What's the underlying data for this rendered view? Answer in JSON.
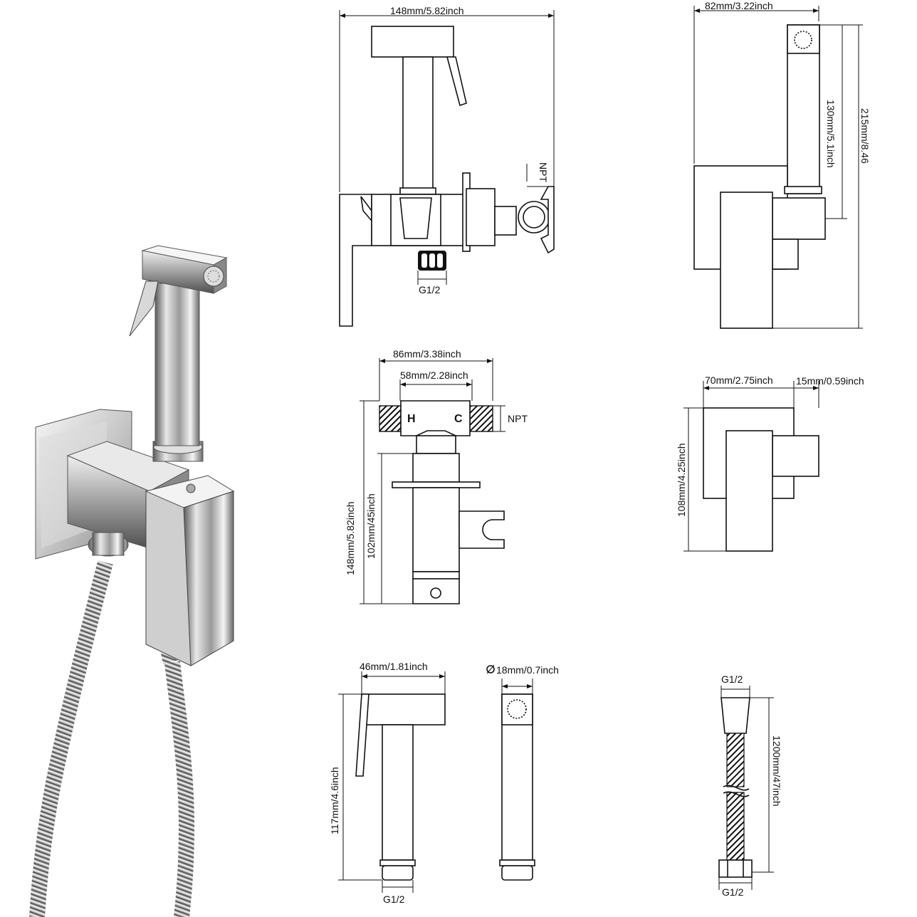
{
  "photo": {
    "alt": "chrome bidet sprayer with wall valve and hose"
  },
  "views": {
    "front": {
      "width": "148mm/5.82inch",
      "thread": "NPT",
      "inlet": "G1/2"
    },
    "side": {
      "width": "82mm/3.22inch",
      "head": "130mm/5.1inch",
      "height": "215mm/8.46"
    },
    "valve": {
      "total": "86mm/3.38inch",
      "inner": "58mm/2.28inch",
      "hot": "H",
      "cold": "C",
      "thread": "NPT",
      "height": "148mm/5.82inch",
      "body": "102mm/45inch"
    },
    "plate": {
      "width": "70mm/2.75inch",
      "depth": "15mm/0.59inch",
      "height": "108mm/4.25inch"
    },
    "sprayer": {
      "width": "46mm/1.81inch",
      "height": "117mm/4.6inch",
      "inlet": "G1/2"
    },
    "nozzle": {
      "diameter": "18mm/0.7inch"
    },
    "hose": {
      "top": "G1/2",
      "bottom": "G1/2",
      "length": "1200mm/47inch"
    }
  }
}
